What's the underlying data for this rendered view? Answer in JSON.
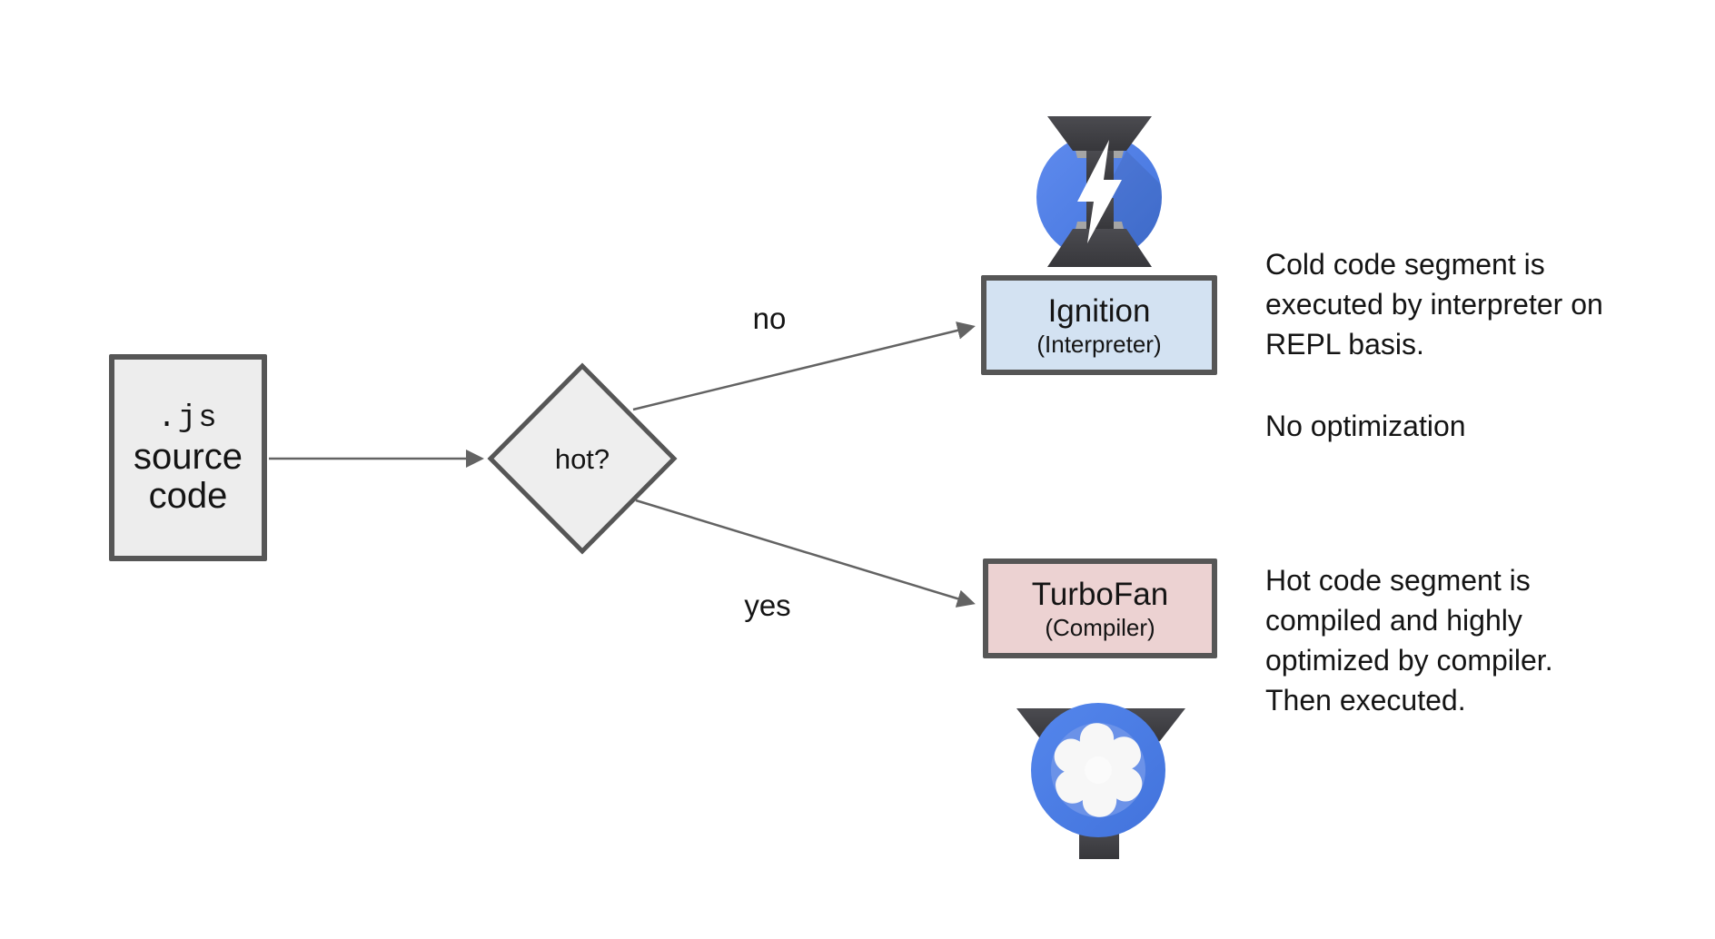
{
  "source_box": {
    "extension": ".js",
    "line_source": "source",
    "line_code": "code"
  },
  "decision": {
    "label": "hot?"
  },
  "labels": {
    "no": "no",
    "yes": "yes"
  },
  "ignition": {
    "title": "Ignition",
    "subtitle": "(Interpreter)"
  },
  "turbofan": {
    "title": "TurboFan",
    "subtitle": "(Compiler)"
  },
  "notes": {
    "cold": {
      "lines": [
        "Cold code segment is",
        "executed by interpreter on",
        "REPL basis."
      ],
      "extra": "No optimization"
    },
    "hot": {
      "lines": [
        "Hot code segment is",
        "compiled and highly",
        "optimized by compiler.",
        "Then executed."
      ]
    }
  },
  "icons": {
    "ignition": "v8-ignition-lightning-press",
    "turbofan": "v8-turbofan-fan"
  },
  "colors": {
    "box_border": "#565656",
    "neutral_fill": "#ededed",
    "ignition_fill": "#d3e2f2",
    "turbofan_fill": "#ecd2d2",
    "arrow": "#636363",
    "icon_blue": "#4b7de2",
    "icon_inner_blue": "#6b92e8",
    "icon_charcoal": "#404044",
    "icon_gray_band": "#a5a5a5"
  }
}
